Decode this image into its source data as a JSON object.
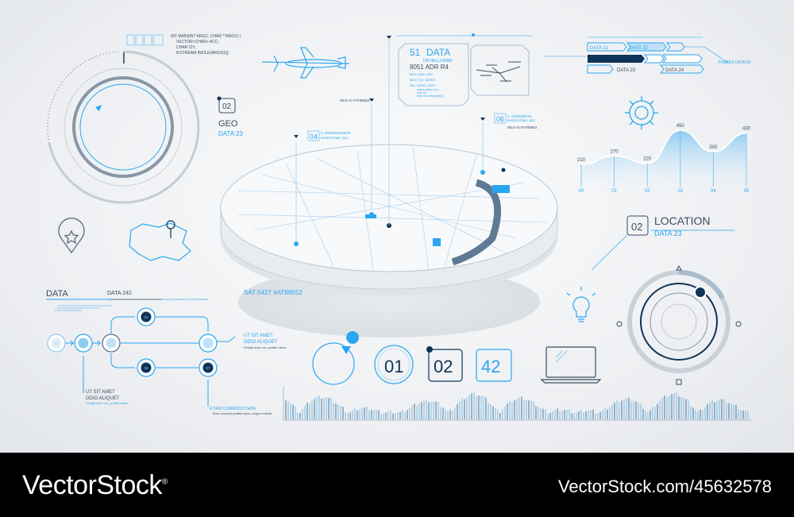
{
  "code_block": [
    "INT MAIN(INT ARGC, CHAR **ARGV) {",
    "VECTOR<CHAR> ACC;",
    "CHAR CH;",
    "IFSTREAM INFILE(ARGV[1]);"
  ],
  "data_panel": {
    "num": "51",
    "title": "DATA",
    "sub": "DB HELLOWRD",
    "code": "8051 ADR R4",
    "lines": [
      "MOV 5006, #0H",
      "MOV TH1, #0FDH",
      "BSL TMOD, #20H"
    ],
    "small": [
      "vector<char> acc;",
      "char ch;",
      "ifstream infile(argv[1]);"
    ]
  },
  "data_bars": {
    "items": [
      "DATA 21",
      "DATA 22",
      "DATA 23",
      "DATA 24"
    ],
    "callout": "FINIBUS DATA 02"
  },
  "geo": {
    "num": "02",
    "title": "GEO",
    "sub": "DATA 23"
  },
  "map_tags": {
    "tag1": "MCS-SI #AT89552",
    "tag04": {
      "num": "04",
      "l1": "0. 0058454645075",
      "l2": "vector<char> acc;"
    },
    "tag06": {
      "num": "06",
      "l1": "1. 0100038075",
      "l2": "vector<char> acc;",
      "l3": "MCS-SI #AT89552"
    },
    "sat": "SAT-5427 #AT89552"
  },
  "chart_data": {
    "type": "area",
    "categories": [
      "00",
      "01",
      "02",
      "03",
      "04",
      "05"
    ],
    "values": [
      210,
      270,
      220,
      450,
      300,
      430
    ]
  },
  "location": {
    "num": "02",
    "title": "LOCATION",
    "sub": "DATA 23"
  },
  "flow": {
    "title": "DATA",
    "sub": "DATA 242",
    "nodes": [
      "01",
      "02",
      "",
      "04",
      "",
      "06",
      "07"
    ],
    "note1": [
      "UT SIT AMET",
      "ODIO ALIQUET",
      "Fringilla dunm non, porttitor metus."
    ],
    "note2": [
      "UT SIT AMET",
      "ODIO ALIQUET",
      "Fringilla dunm non, porttitor metus."
    ],
    "note3": [
      "ETIAM COMMODO DATA",
      "Nunc commodo porttitor turpis, congue molestie"
    ]
  },
  "counters": [
    "01",
    "02",
    "42"
  ],
  "colors": {
    "accent": "#2aa6f0",
    "dark": "#0d3356",
    "gray": "#5a6b7c"
  },
  "icons": [
    "drone-plane-icon",
    "quadcopter-icon",
    "gear-icon",
    "map-pin-star-icon",
    "map-region-icon",
    "light-bulb-icon",
    "laptop-icon",
    "location-pin-icon"
  ],
  "footer": {
    "brand": "VectorStock",
    "registered": "®",
    "url": "VectorStock.com/45632578"
  }
}
